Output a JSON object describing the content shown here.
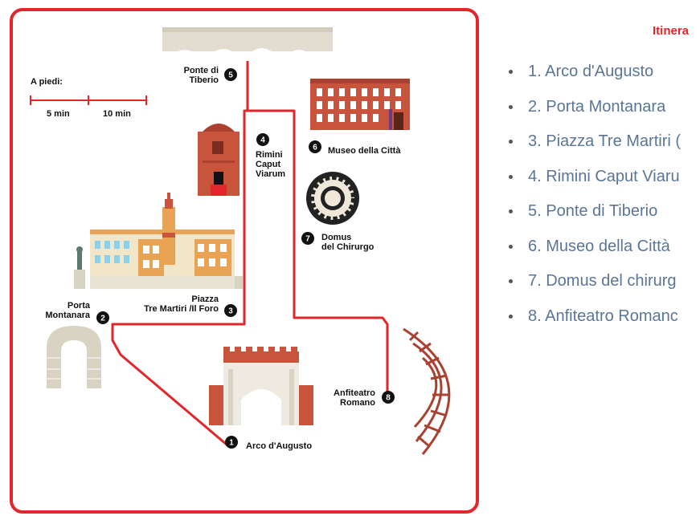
{
  "map": {
    "scale": {
      "label": "A piedi:",
      "tick1": "5 min",
      "tick2": "10 min"
    },
    "stops": [
      {
        "num": "1",
        "label_lines": [
          "Arco d'Augusto"
        ]
      },
      {
        "num": "2",
        "label_lines": [
          "Porta",
          "Montanara"
        ]
      },
      {
        "num": "3",
        "label_lines": [
          "Piazza",
          "Tre Martiri /Il Foro"
        ]
      },
      {
        "num": "4",
        "label_lines": [
          "Rimini",
          "Caput",
          "Viarum"
        ]
      },
      {
        "num": "5",
        "label_lines": [
          "Ponte di",
          "Tiberio"
        ]
      },
      {
        "num": "6",
        "label_lines": [
          "Museo della Città"
        ]
      },
      {
        "num": "7",
        "label_lines": [
          "Domus",
          "del Chirurgo"
        ]
      },
      {
        "num": "8",
        "label_lines": [
          "Anfiteatro",
          "Romano"
        ]
      }
    ],
    "colors": {
      "route": "#e3262b",
      "brick": "#c8543c",
      "stone": "#d9d3c4",
      "marker": "#111111"
    }
  },
  "sidebar": {
    "title": "Itinera",
    "items": [
      "1. Arco d'Augusto",
      "2. Porta Montanara",
      "3. Piazza Tre Martiri (",
      "4. Rimini Caput Viaru",
      "5. Ponte di Tiberio",
      "6. Museo della Città",
      "7. Domus del chirurg",
      "8. Anfiteatro Romanc"
    ],
    "text_color": "#5a7597",
    "title_color": "#e3262b"
  }
}
